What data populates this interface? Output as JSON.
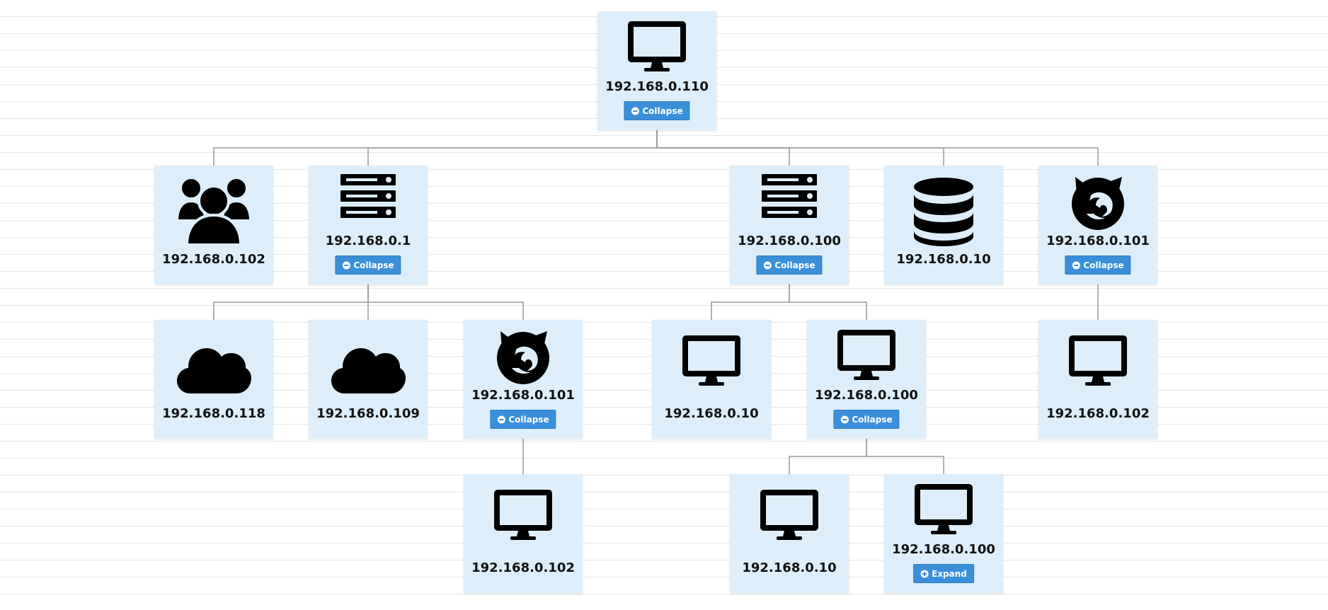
{
  "icons": {
    "monitor": "monitor-icon",
    "server": "server-icon",
    "users": "users-icon",
    "database": "database-icon",
    "firefox": "firefox-icon",
    "cloud": "cloud-icon",
    "collapse": "minus-circle-icon",
    "expand": "plus-circle-icon"
  },
  "colors": {
    "node_background": "#ddeefa",
    "button": "#3a8fd8",
    "link": "#999999"
  },
  "tree": {
    "id": "root",
    "ip": "192.168.0.110",
    "icon": "monitor",
    "button": "Collapse",
    "children": [
      {
        "id": "users-102",
        "ip": "192.168.0.102",
        "icon": "users"
      },
      {
        "id": "server-1",
        "ip": "192.168.0.1",
        "icon": "server",
        "button": "Collapse",
        "children": [
          {
            "id": "cloud-118",
            "ip": "192.168.0.118",
            "icon": "cloud"
          },
          {
            "id": "cloud-109",
            "ip": "192.168.0.109",
            "icon": "cloud"
          },
          {
            "id": "firefox-101-b",
            "ip": "192.168.0.101",
            "icon": "firefox",
            "button": "Collapse",
            "children": [
              {
                "id": "monitor-102-b",
                "ip": "192.168.0.102",
                "icon": "monitor"
              }
            ]
          }
        ]
      },
      {
        "id": "server-100",
        "ip": "192.168.0.100",
        "icon": "server",
        "button": "Collapse",
        "children": [
          {
            "id": "monitor-10-a",
            "ip": "192.168.0.10",
            "icon": "monitor"
          },
          {
            "id": "monitor-100-a",
            "ip": "192.168.0.100",
            "icon": "monitor",
            "button": "Collapse",
            "children": [
              {
                "id": "monitor-10-b",
                "ip": "192.168.0.10",
                "icon": "monitor"
              },
              {
                "id": "monitor-100-b",
                "ip": "192.168.0.100",
                "icon": "monitor",
                "button": "Expand"
              }
            ]
          }
        ]
      },
      {
        "id": "database-10",
        "ip": "192.168.0.10",
        "icon": "database"
      },
      {
        "id": "firefox-101-a",
        "ip": "192.168.0.101",
        "icon": "firefox",
        "button": "Collapse",
        "children": [
          {
            "id": "monitor-102-c",
            "ip": "192.168.0.102",
            "icon": "monitor"
          }
        ]
      }
    ]
  }
}
